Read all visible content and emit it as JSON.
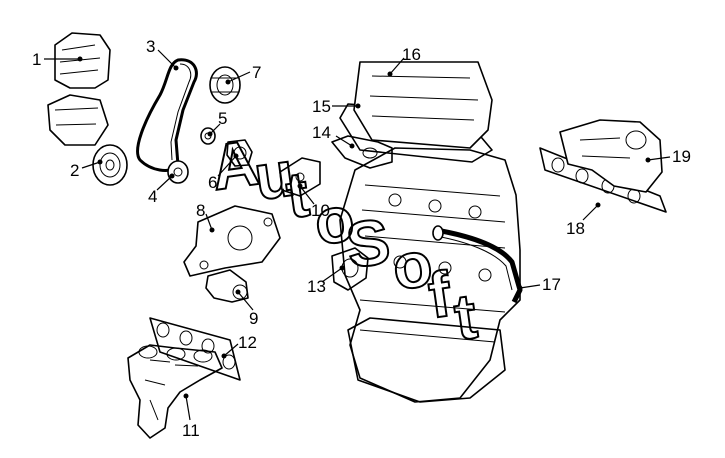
{
  "callouts": {
    "n1": "1",
    "n2": "2",
    "n3": "3",
    "n4": "4",
    "n5": "5",
    "n6": "6",
    "n7": "7",
    "n8": "8",
    "n9": "9",
    "n10": "10",
    "n11": "11",
    "n12": "12",
    "n13": "13",
    "n14": "14",
    "n15": "15",
    "n16": "16",
    "n17": "17",
    "n18": "18",
    "n19": "19"
  },
  "watermark": {
    "chars": [
      "A",
      "u",
      "t",
      "o",
      "S",
      "o",
      "f",
      "t"
    ]
  },
  "colors": {
    "line": "#000000",
    "background": "#ffffff"
  }
}
